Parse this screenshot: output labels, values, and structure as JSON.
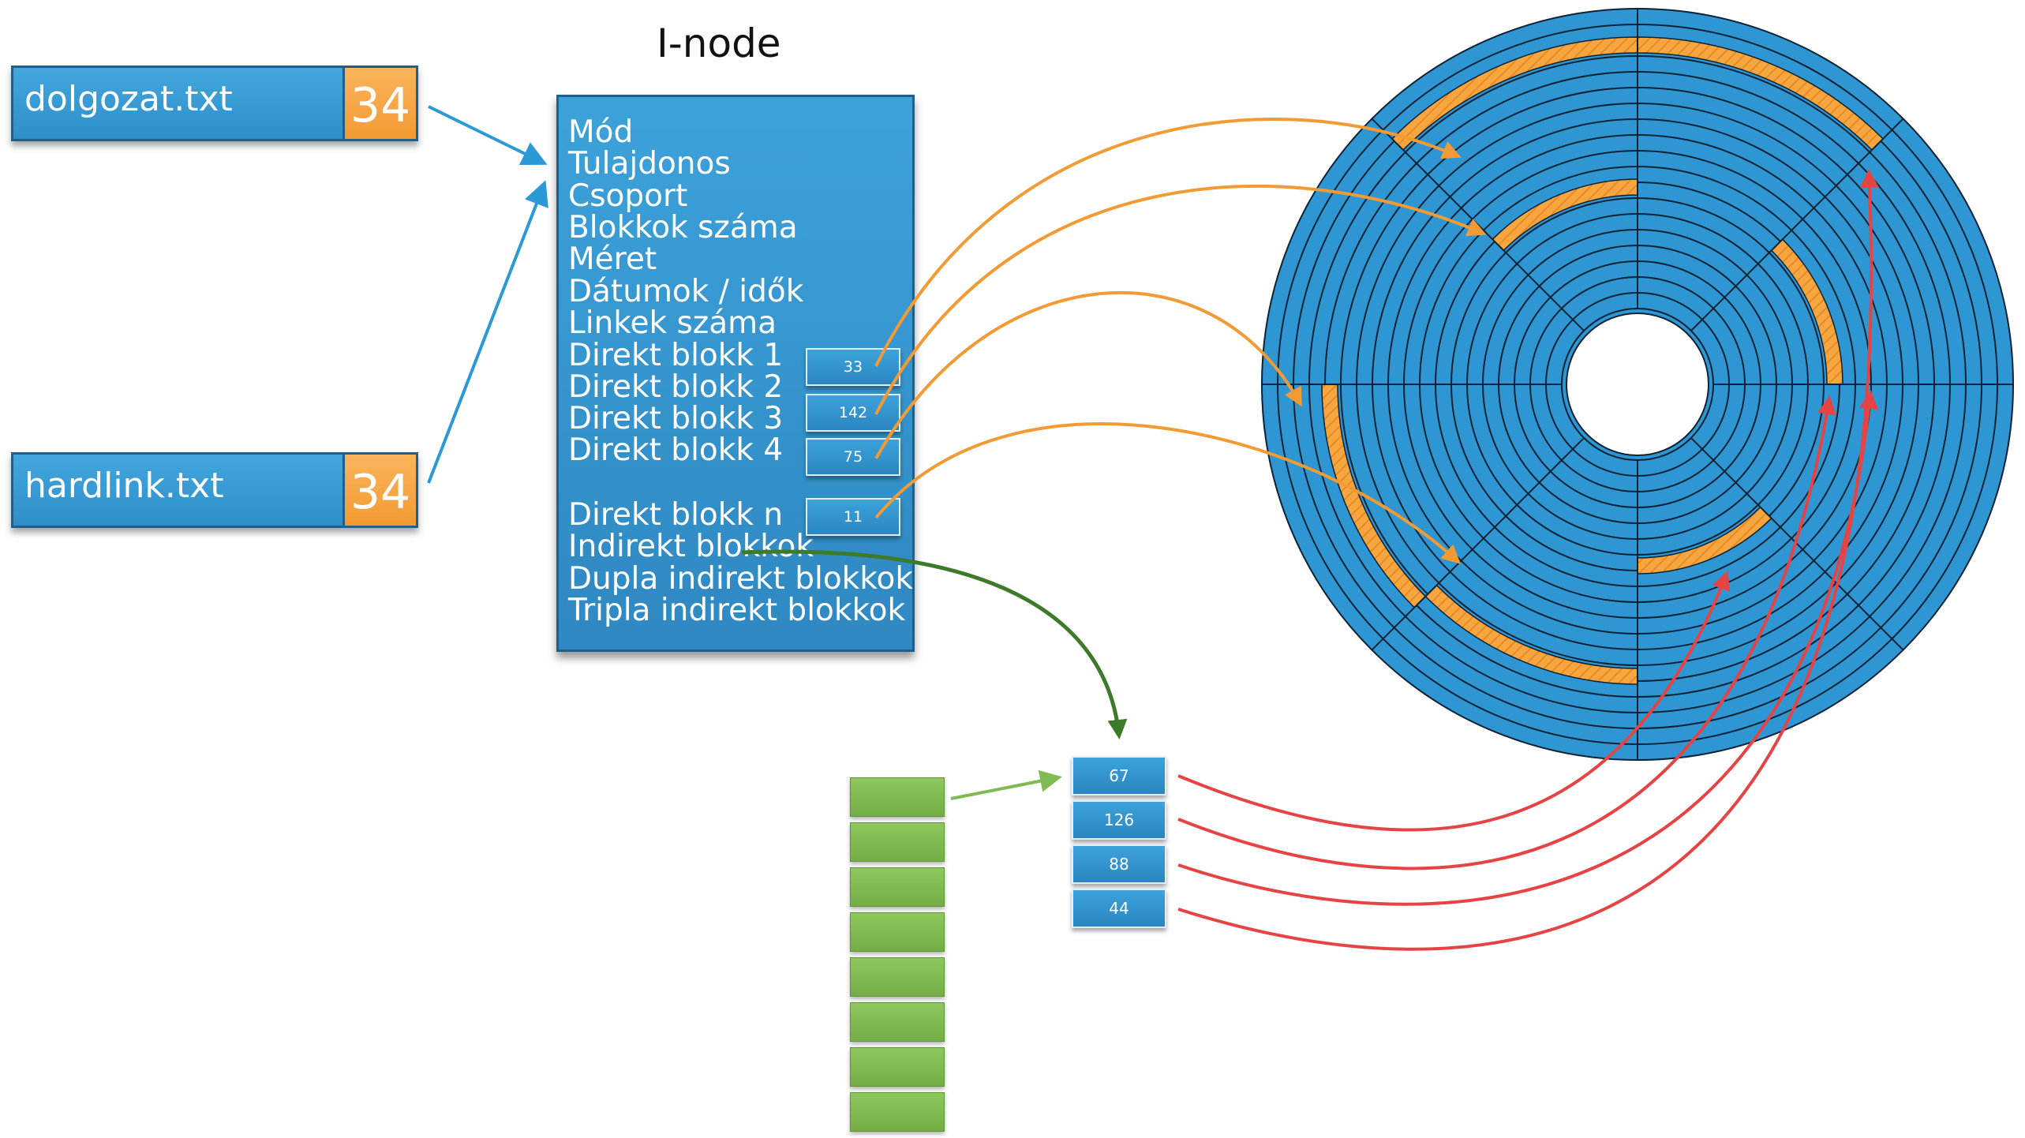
{
  "title": "I-node",
  "files": [
    {
      "name": "dolgozat.txt",
      "inode_number": "34"
    },
    {
      "name": "hardlink.txt",
      "inode_number": "34"
    }
  ],
  "inode_fields": {
    "mod": "Mód",
    "owner": "Tulajdonos",
    "group": "Csoport",
    "block_count": "Blokkok száma",
    "size": "Méret",
    "dates": "Dátumok / idők",
    "link_count": "Linkek száma",
    "direct1": "Direkt blokk 1",
    "direct2": "Direkt blokk 2",
    "direct3": "Direkt blokk 3",
    "direct4": "Direkt blokk 4",
    "directn": "Direkt blokk n",
    "indirect": "Indirekt blokkok",
    "double_indirect": "Dupla indirekt blokkok",
    "triple_indirect": "Tripla indirekt blokkok"
  },
  "direct_pointers": [
    "33",
    "142",
    "75",
    "11"
  ],
  "indirect_pointers": [
    "67",
    "126",
    "88",
    "44"
  ],
  "colors": {
    "block_blue": "#3da2da",
    "file_orange": "#f29a33",
    "disk_blue": "#2f96d4",
    "arrow_blue": "#2a9ad6",
    "arrow_orange": "#f29a33",
    "arrow_green": "#3d7a2a",
    "arrow_light_green": "#7fba52",
    "arrow_red": "#e64444"
  }
}
